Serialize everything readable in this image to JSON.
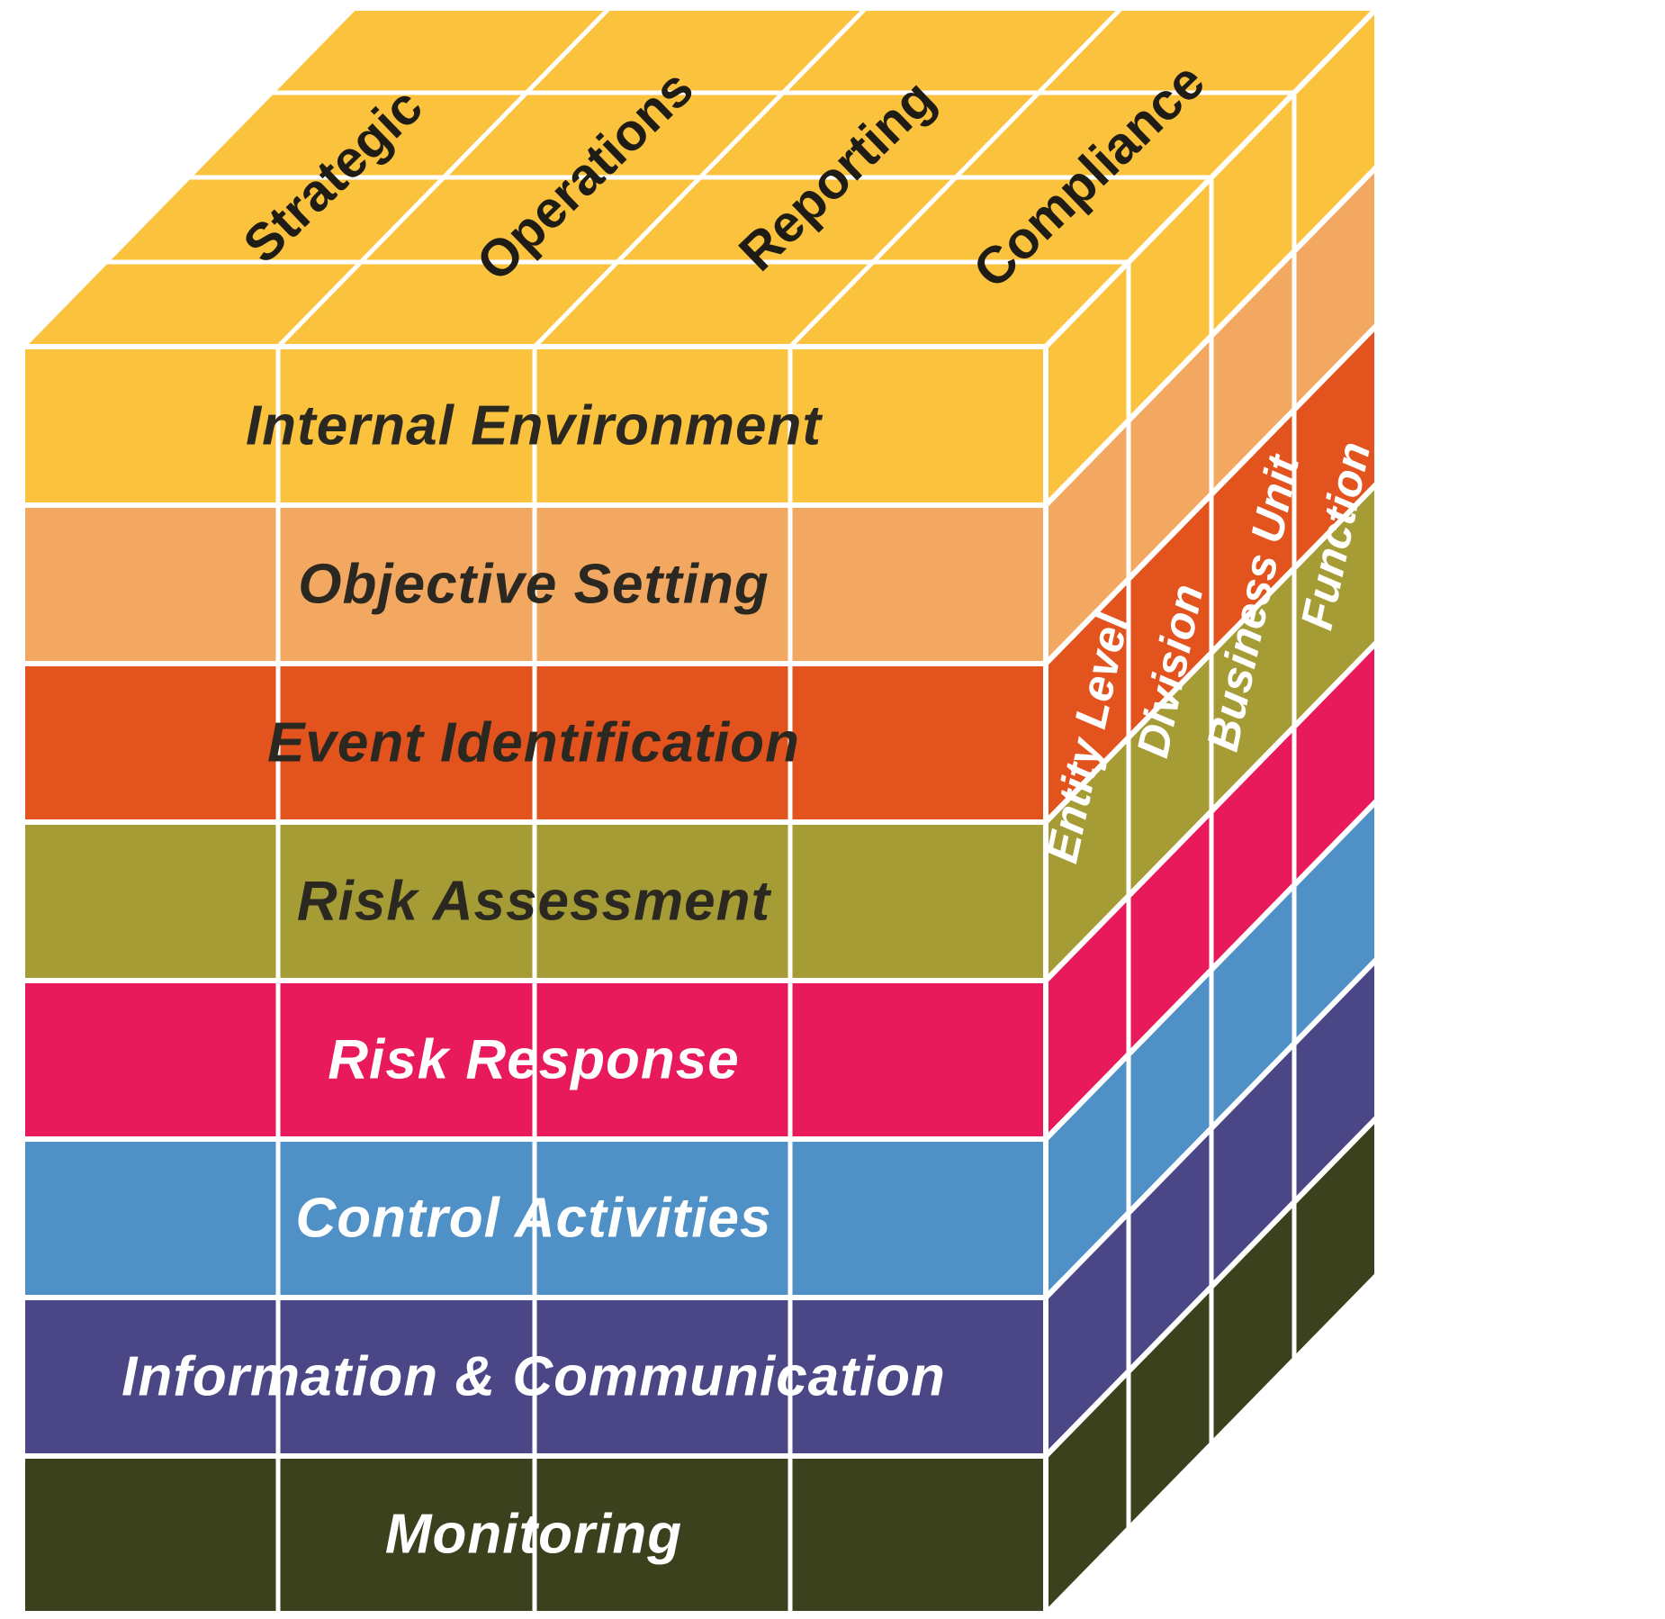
{
  "cube": {
    "grid_color": "#FFFFFF",
    "top": {
      "color": "#FBC23D",
      "label_color": "#1E1C15",
      "columns": [
        {
          "label": "Strategic"
        },
        {
          "label": "Operations"
        },
        {
          "label": "Reporting"
        },
        {
          "label": "Compliance"
        }
      ]
    },
    "rows": [
      {
        "label": "Internal Environment",
        "color": "#FBC23D",
        "text_color": "#2A2820"
      },
      {
        "label": "Objective Setting",
        "color": "#F2A861",
        "text_color": "#2A2820"
      },
      {
        "label": "Event Identification",
        "color": "#E2531D",
        "text_color": "#2A2820"
      },
      {
        "label": "Risk Assessment",
        "color": "#A59C35",
        "text_color": "#2A2820"
      },
      {
        "label": "Risk Response",
        "color": "#E91A5C",
        "text_color": "#FFFFFF"
      },
      {
        "label": "Control Activities",
        "color": "#4F90C6",
        "text_color": "#FFFFFF"
      },
      {
        "label": "Information & Communication",
        "color": "#4B4787",
        "text_color": "#FFFFFF"
      },
      {
        "label": "Monitoring",
        "color": "#3B411D",
        "text_color": "#FFFFFF"
      }
    ],
    "side": {
      "label_color": "#FFFFFF",
      "columns": [
        {
          "label": "Entity Level"
        },
        {
          "label": "Division"
        },
        {
          "label": "Business Unit"
        },
        {
          "label": "Function"
        }
      ]
    }
  }
}
